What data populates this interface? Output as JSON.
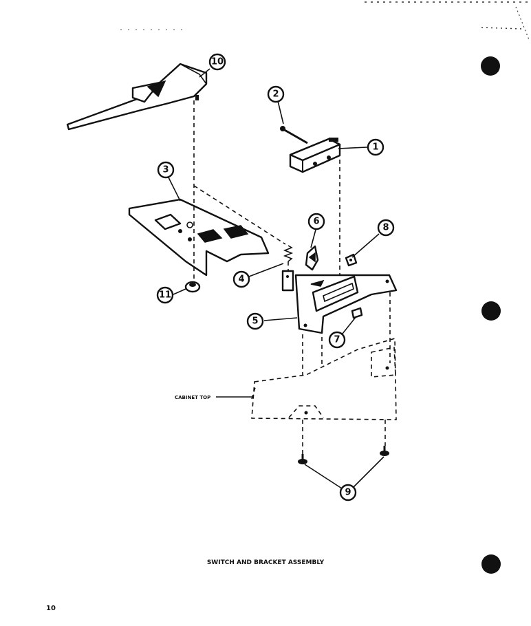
{
  "diagram": {
    "caption": "SWITCH AND BRACKET ASSEMBLY",
    "page_number": "10",
    "cabinet_label": "CABINET TOP",
    "callouts": [
      "1",
      "2",
      "3",
      "4",
      "5",
      "6",
      "7",
      "8",
      "9",
      "10",
      "11"
    ]
  }
}
